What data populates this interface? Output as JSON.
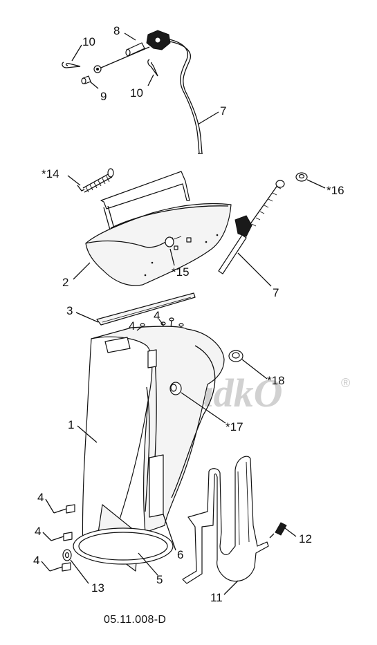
{
  "watermark": {
    "brand": "DyadkO",
    "mark": "®"
  },
  "drawing_code": "05.11.008-D",
  "callouts": [
    {
      "id": "c10a",
      "text": "10"
    },
    {
      "id": "c8",
      "text": "8"
    },
    {
      "id": "c9",
      "text": "9"
    },
    {
      "id": "c10b",
      "text": "10"
    },
    {
      "id": "c7a",
      "text": "7"
    },
    {
      "id": "c14",
      "text": "*14"
    },
    {
      "id": "c16",
      "text": "*16"
    },
    {
      "id": "c2",
      "text": "2"
    },
    {
      "id": "c15",
      "text": "*15"
    },
    {
      "id": "c7b",
      "text": "7"
    },
    {
      "id": "c3",
      "text": "3"
    },
    {
      "id": "c4a",
      "text": "4"
    },
    {
      "id": "c4b",
      "text": "4"
    },
    {
      "id": "c18",
      "text": "*18"
    },
    {
      "id": "c1",
      "text": "1"
    },
    {
      "id": "c17",
      "text": "*17"
    },
    {
      "id": "c4c",
      "text": "4"
    },
    {
      "id": "c4d",
      "text": "4"
    },
    {
      "id": "c12",
      "text": "12"
    },
    {
      "id": "c4e",
      "text": "4"
    },
    {
      "id": "c6",
      "text": "6"
    },
    {
      "id": "c13",
      "text": "13"
    },
    {
      "id": "c5",
      "text": "5"
    },
    {
      "id": "c11",
      "text": "11"
    }
  ]
}
